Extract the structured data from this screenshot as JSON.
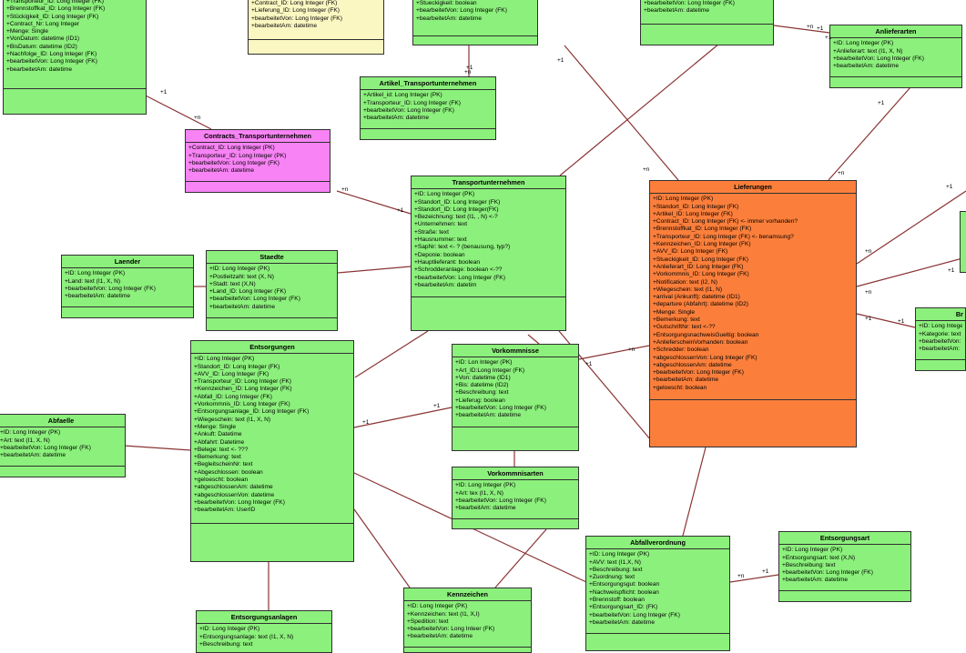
{
  "entities": [
    {
      "id": "top-left",
      "title": "",
      "color": "green",
      "attrs": [
        "+Transporteur_ID: Long Integer (FK)",
        "+Brennstoffkat_ID: Long Integer (FK)",
        "+Stückigkeit_ID: Long Integer (FK)",
        "+Contract_Nr: Long Integer",
        "+Menge: Single",
        "+VonDatum: datetime (ID1)",
        "+BisDatum: datetime (ID2)",
        "+Nachfolge_ID: Long Integer (FK)",
        "+bearbeitetVon: Long Integer (FK)",
        "+bearbeitetAm: datetime"
      ]
    },
    {
      "id": "top-yellow",
      "title": "",
      "color": "yellow",
      "attrs": [
        "+Contract_ID: Long Integer (FK)",
        "+Lieferung_ID: Long Integer (FK)",
        "+bearbeitetVon: Long Integer (FK)",
        "+bearbeitetAm: datetime"
      ]
    },
    {
      "id": "top-mid",
      "title": "",
      "color": "green",
      "attrs": [
        "+Stueckigkeit: boolean",
        "+bearbeitetVon: Long Integer (FK)",
        "+bearbeitetAm: datetime"
      ]
    },
    {
      "id": "top-right",
      "title": "",
      "color": "green",
      "attrs": [
        "+bearbeitetVon: Long Integer (FK)",
        "+bearbeitetAm: datetime"
      ]
    },
    {
      "id": "anlieferarten",
      "title": "Anlieferarten",
      "color": "green",
      "attrs": [
        "+ID: Long Integer (PK)",
        "+Anlieferart: text (I1, X, N)",
        "+bearbeitetVon: Long Integer (FK)",
        "+bearbeitetAm: datetime"
      ]
    },
    {
      "id": "artikel-transport",
      "title": "Artikel_Transportunternehmen",
      "color": "green",
      "attrs": [
        "+Artikel_id: Long Integer (PK)",
        "+Transporteur_ID: Long Integer (FK)",
        "+bearbeitetVon: Long Integer (FK)",
        "+bearbeitetAm: datetime"
      ]
    },
    {
      "id": "contracts-transport",
      "title": "Contracts_Transportunternehmen",
      "color": "magenta",
      "attrs": [
        "+Contract_ID: Long Integer (PK)",
        "+Transporteur_ID: Long Integer (PK)",
        "+bearbeitetVon: Long Integer (FK)",
        "+bearbeitetAm: datetime"
      ]
    },
    {
      "id": "transportunternehmen",
      "title": "Transportunternehmen",
      "color": "green",
      "attrs": [
        "+ID: Long Integer (PK)",
        "+Standort_ID: Long Integer (FK)",
        "+Standort_ID: Long Integer(FK)",
        "+Bezeichnung: text (I1, , N) <-?",
        "+Unternehmen: text",
        "+Straße: text",
        "+Hausnummer: text",
        "+SapNr: text <- ? (benausung, typ?)",
        "+Deponie: boolean",
        "+Hauptlieferant: boolean",
        "+Schrodderanlage: boolean <-??",
        "+bearbeitetVon: Long Integer (FK)",
        "+bearbeitetAm: datetim"
      ]
    },
    {
      "id": "lieferungen",
      "title": "Lieferungen",
      "color": "orange",
      "attrs": [
        "+ID: Long Integer (PK)",
        "+Standort_ID: Long Integer (FK)",
        "+Artikel_ID: Long Integer (FK)",
        "+Contract_ID: Long Integer (FK) <- immer vorhanden?",
        "+Brennstoffkat_ID: Long Integer (FK)",
        "+Transporteur_ID: Long Integer (FK) <- benamsung?",
        "+Kennzeichen_ID: Long Integer (FK)",
        "+AVV_ID: Long Integer (FK)",
        "+Stueckigkeit_ID: Long Integer (FK)",
        "+Anlieferart_ID: Long Integer (FK)",
        "+Vorkommnis_ID: Long Integer (FK)",
        "+Notification: text (I2, N)",
        "+Wiegeschein: text (I1, N)",
        "+arrival (Ankunft): datetime (ID1)",
        "+departure (Abfahrt): datetime (ID2)",
        "+Menge: Single",
        "+Bemerkung: text",
        "+GutschriftNr: text <-??",
        "+EntsorgungsnachweisGueltig: boolean",
        "+AnlieferscheinVorhanden: boolean",
        "+Schredder: boolean",
        "+abgeschlossenVon: Long Integer (FK)",
        "+abgeschlossenAm: datetime",
        "+bearbeitetVon: Long Integer (FK)",
        "+bearbeitetAm: datetime",
        "+geloescht: boolean"
      ]
    },
    {
      "id": "laender",
      "title": "Laender",
      "color": "green",
      "attrs": [
        "+ID: Long Integer (PK)",
        "+Land: text (I1, X, N)",
        "+bearbeitetVon: Long Integer (FK)",
        "+bearbeitetAm: datetime"
      ]
    },
    {
      "id": "staedte",
      "title": "Staedte",
      "color": "green",
      "attrs": [
        "+ID: Long Integer (PK)",
        "+Postleitzahl: text (X, N)",
        "+Stadt: text (X,N)",
        "+Land_ID: Long Integer (FK)",
        "+bearbeitetVon: Long Integer (FK)",
        "+bearbeitetAm: datetime"
      ]
    },
    {
      "id": "entsorgungen",
      "title": "Entsorgungen",
      "color": "green",
      "attrs": [
        "+ID: Long Integer (PK)",
        "+Standort_ID: Long Integer (FK)",
        "+AVV_ID: Long Integer (FK)",
        "+Transporteur_ID: Long Integer (FK)",
        "+Kennzeichen_ID: Long Integer (FK)",
        "+Abfall_ID: Long Integer (FK)",
        "+Vorkommnis_ID: Long Integer (FK)",
        "+Entsorgungsanlage_ID: Long Integer (FK)",
        "+Wiegeschein: text (I1, X, N)",
        "+Menge: Single",
        "+Ankuft: Datetime",
        "+Abfahrt: Datetime",
        "+Belege: text <- ???",
        "+Bemerkung: text",
        "+BegleitscheinNr: text",
        "+Abgeschlossen: boolean",
        "+geloescht: boolean",
        "+abgeschlossenAm: datetime",
        "+abgeschlossenVon: datetime",
        "+bearbeitetVon: Long Integer (FK)",
        "+bearbeitetAm: UserID"
      ]
    },
    {
      "id": "vorkommnisse",
      "title": "Vorkommnisse",
      "color": "green",
      "attrs": [
        "+ID: Lon Integer (PK)",
        "+Art_ID:Long Integer (FK)",
        "+Von: datetime (ID1)",
        "+Bis: datetime (ID2)",
        "+Beschreibung: text",
        "+Lieferug: boolean",
        "+bearbeitetVon: Long Integer (FK)",
        "+bearbeitetAm: datetime"
      ]
    },
    {
      "id": "vorkommnisarten",
      "title": "Vorkommnisarten",
      "color": "green",
      "attrs": [
        "+ID: Long Integer (PK)",
        "+Art: tex (I1, X, N)",
        "+bearbeitetVon: Long Integer (FK)",
        "+bearbeitAm: datetime"
      ]
    },
    {
      "id": "abfaelle",
      "title": "Abfaelle",
      "color": "green",
      "attrs": [
        "+ID: Long Integer (PK)",
        "+Art: text (I1, X, N)",
        "+bearbeitetVon: Long Integer (FK)",
        "+bearbeitetAm: datetime"
      ]
    },
    {
      "id": "abfallverordnung",
      "title": "Abfallverordnung",
      "color": "green",
      "attrs": [
        "+ID: Long Integer (PK)",
        "+AVV: text (I1,X, N)",
        "+Beschreibung: text",
        "+Zuordnung: text",
        "+Entsorgungsgut: boolean",
        "+Nachweispflicht: boolean",
        "+Brennstoff: boolean",
        "+Entsorgungsart_ID: (FK)",
        "+bearbeitetVon: Long Integer (FK)",
        "+bearbeitetAm: datetime"
      ]
    },
    {
      "id": "entsorgungsart",
      "title": "Entsorgungsart",
      "color": "green",
      "attrs": [
        "+ID: Long Integer (PK)",
        "+Entsorgungsart: text (X,N)",
        "+Beschreibung: text",
        "+bearbeitetVon: Long Integer (FK)",
        "+bearbeitetAm: datetime"
      ]
    },
    {
      "id": "kennzeichen",
      "title": "Kennzeichen",
      "color": "green",
      "attrs": [
        "+ID: Long Integer (PK)",
        "+Kennzeichen: text (I1, X,I)",
        "+Spedition: text",
        "+bearbeitetVon: Long Inteer (FK)",
        "+bearbeitetAm: datetime"
      ]
    },
    {
      "id": "entsorgungsanlagen",
      "title": "Entsorgungsanlagen",
      "color": "green",
      "attrs": [
        "+ID: Long Integer (PK)",
        "+Entsorgungsanlage: text (I1, X, N)",
        "+Beschreibung: text"
      ]
    },
    {
      "id": "right-br",
      "title": "Br",
      "color": "green",
      "attrs": [
        "+ID: Long Intege",
        "+Kategorie: text",
        "+bearbeitetVon:",
        "+bearbeitetAm:"
      ]
    },
    {
      "id": "right-stub",
      "title": "",
      "color": "green",
      "attrs": []
    }
  ],
  "multiplicities": [
    "+1",
    "+n",
    "+1",
    "+n",
    "+1",
    "+1",
    "+n",
    "+1",
    "+n",
    "+1",
    "+n",
    "+n",
    "+1",
    "+n",
    "+1",
    "+n",
    "+1",
    "+n",
    "+1",
    "+1",
    "+1",
    "+1",
    "+n",
    "+1",
    "+1"
  ],
  "colors": {
    "green": "#8cf07c",
    "yellow": "#fbf7c2",
    "magenta": "#f783f4",
    "orange": "#fb7f3b",
    "line": "#8a3434"
  }
}
